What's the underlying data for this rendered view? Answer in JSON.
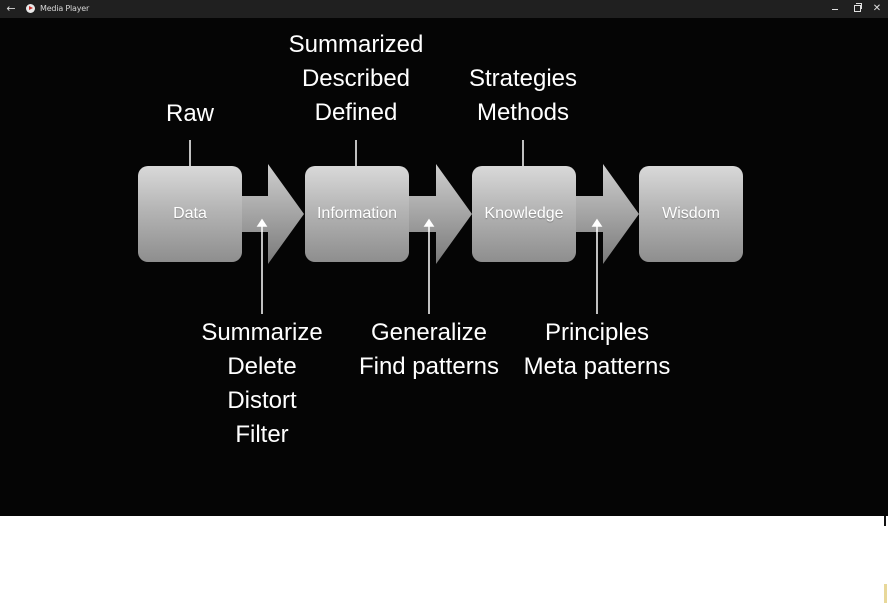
{
  "window": {
    "title": "Media Player",
    "back_icon": "back-arrow-icon",
    "app_icon": "media-player-icon"
  },
  "diagram": {
    "stages": [
      "Data",
      "Information",
      "Knowledge",
      "Wisdom"
    ],
    "top_labels": [
      [
        "Raw"
      ],
      [
        "Summarized",
        "Described",
        "Defined"
      ],
      [
        "Strategies",
        "Methods"
      ]
    ],
    "bottom_labels": [
      [
        "Summarize",
        "Delete",
        "Distort",
        "Filter"
      ],
      [
        "Generalize",
        "Find patterns"
      ],
      [
        "Principles",
        "Meta patterns"
      ]
    ],
    "colors": {
      "background": "#050505",
      "box": "#b5b5b5",
      "text": "#ffffff"
    }
  }
}
